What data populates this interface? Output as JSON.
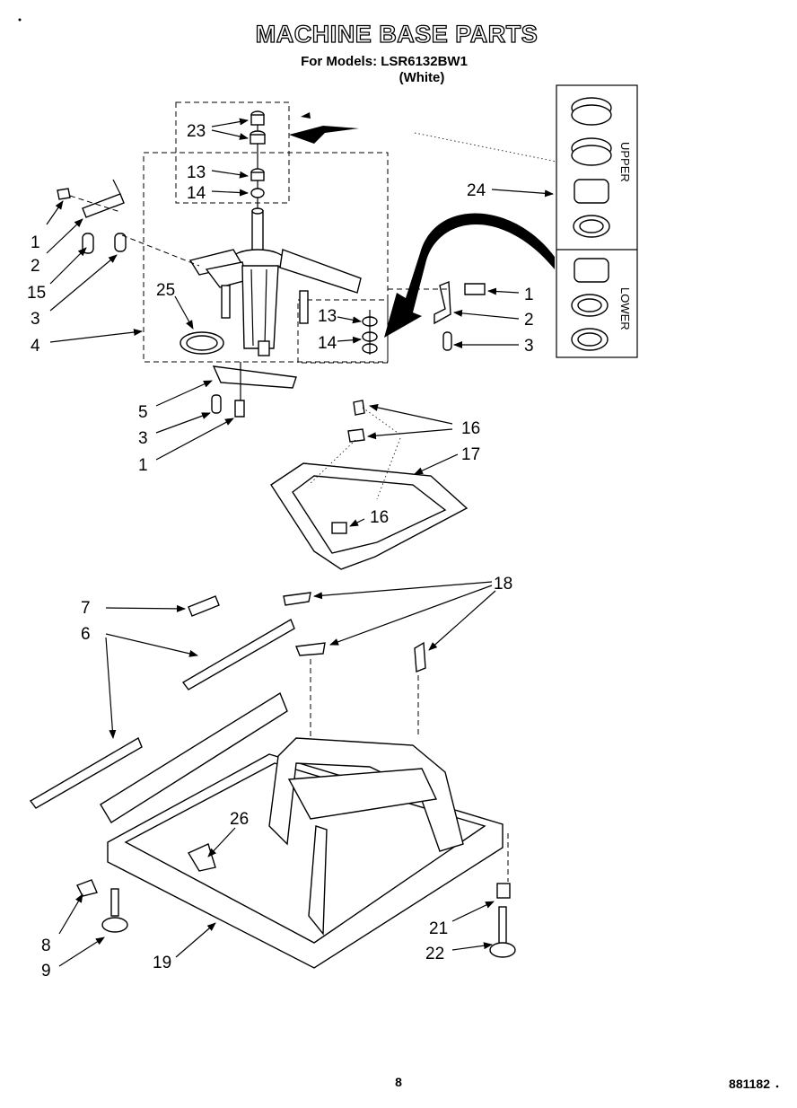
{
  "title": "MACHINE BASE PARTS",
  "subtitle": "For Models: LSR6132BW1",
  "color_note": "(White)",
  "kit_labels": {
    "upper": "UPPER",
    "lower": "LOWER"
  },
  "callouts": {
    "c23": "23",
    "c13a": "13",
    "c14a": "14",
    "c1a": "1",
    "c2a": "2",
    "c15": "15",
    "c3a": "3",
    "c4": "4",
    "c25": "25",
    "c13b": "13",
    "c14b": "14",
    "c1b": "1",
    "c2b": "2",
    "c3b": "3",
    "c24": "24",
    "c5": "5",
    "c3c": "3",
    "c1c": "1",
    "c16a": "16",
    "c17": "17",
    "c16b": "16",
    "c7": "7",
    "c6": "6",
    "c18": "18",
    "c26": "26",
    "c8": "8",
    "c9": "9",
    "c19": "19",
    "c21": "21",
    "c22": "22"
  },
  "page_number": "8",
  "doc_code": "881182"
}
